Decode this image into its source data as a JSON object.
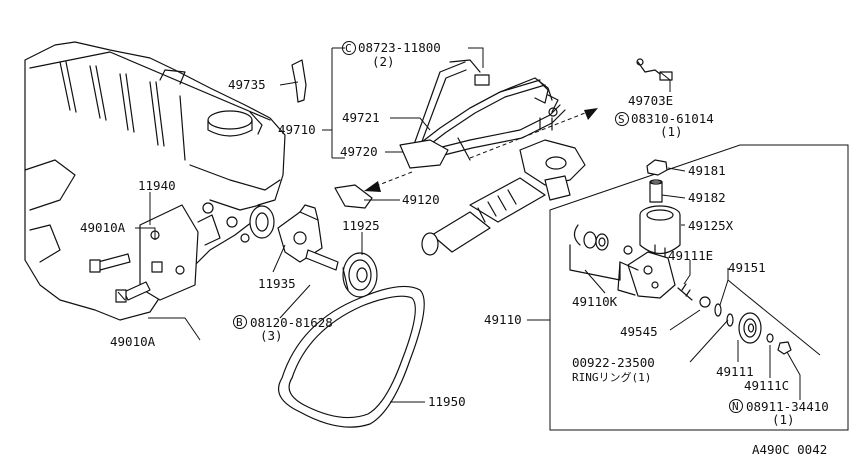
{
  "diagram": {
    "code": "A490C 0042",
    "labels": {
      "p49735": "49735",
      "p49710": "49710",
      "p49721": "49721",
      "p49720": "49720",
      "p08723": "08723-11800",
      "p08723_qty": "(2)",
      "p49703e": "49703E",
      "p08310": "08310-61014",
      "p08310_qty": "(1)",
      "p11940": "11940",
      "p49010a_1": "49010A",
      "p49010a_2": "49010A",
      "p11925": "11925",
      "p11935": "11935",
      "p08120": "08120-81628",
      "p08120_qty": "(3)",
      "p49120": "49120",
      "p49181": "49181",
      "p49182": "49182",
      "p49125x": "49125X",
      "p49111e": "49111E",
      "p49151": "49151",
      "p49110k": "49110K",
      "p49110": "49110",
      "p49545": "49545",
      "p00922": "00922-23500",
      "p00922_desc": "RINGリング(1)",
      "p49111": "49111",
      "p49111c": "49111C",
      "p08911": "08911-34410",
      "p08911_qty": "(1)",
      "p11950": "11950"
    },
    "symbols": {
      "c": "C",
      "s": "S",
      "b": "B",
      "n": "N"
    }
  }
}
